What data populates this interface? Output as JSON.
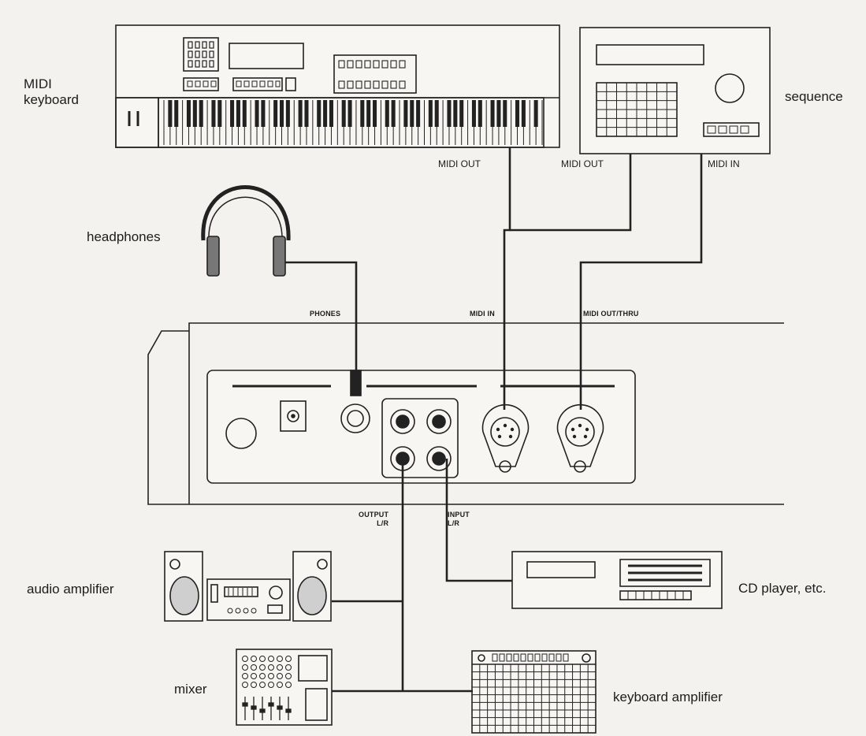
{
  "labels": {
    "midi_keyboard_line1": "MIDI",
    "midi_keyboard_line2": "keyboard",
    "sequencer": "sequence",
    "headphones": "headphones",
    "audio_amplifier": "audio amplifier",
    "mixer": "mixer",
    "cd_player": "CD player, etc.",
    "keyboard_amplifier": "keyboard amplifier"
  },
  "connections": {
    "keyboard_midi_out": "MIDI OUT",
    "sequencer_midi_out": "MIDI OUT",
    "sequencer_midi_in": "MIDI IN"
  },
  "panel_ports": {
    "phones": "PHONES",
    "midi_in": "MIDI IN",
    "midi_out_thru": "MIDI OUT/THRU",
    "output_line1": "OUTPUT",
    "output_line2": "L/R",
    "input_line1": "INPUT",
    "input_line2": "L/R"
  },
  "colors": {
    "ink": "#222222",
    "paper": "#f3f2ee",
    "device_fill": "#f7f6f2",
    "speaker_fill": "#cfcfcf"
  }
}
